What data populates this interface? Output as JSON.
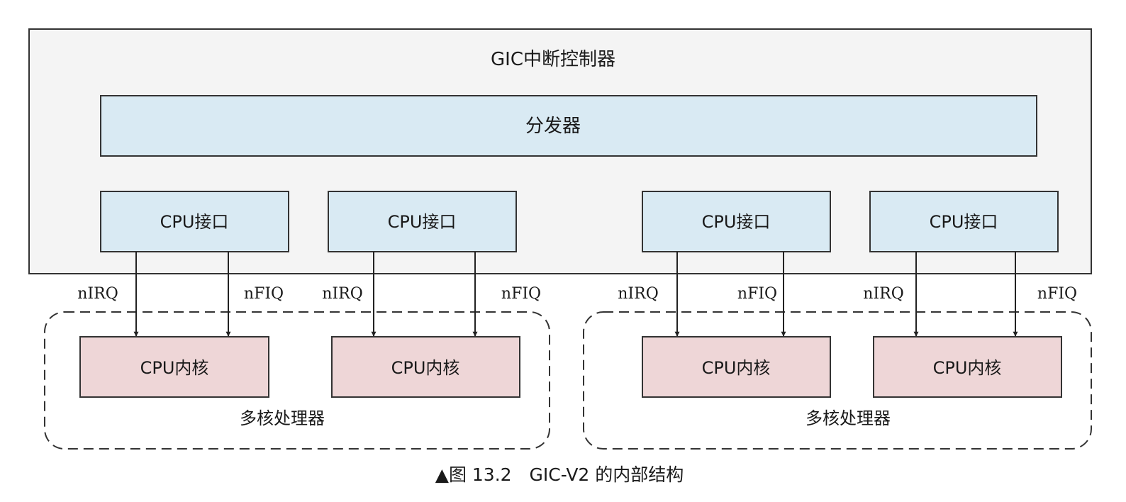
{
  "controller": {
    "title": "GIC中断控制器"
  },
  "distributor": {
    "label": "分发器"
  },
  "cpu_interfaces": [
    {
      "label": "CPU接口"
    },
    {
      "label": "CPU接口"
    },
    {
      "label": "CPU接口"
    },
    {
      "label": "CPU接口"
    }
  ],
  "signals": [
    {
      "irq": "nIRQ",
      "fiq": "nFIQ"
    },
    {
      "irq": "nIRQ",
      "fiq": "nFIQ"
    },
    {
      "irq": "nIRQ",
      "fiq": "nFIQ"
    },
    {
      "irq": "nIRQ",
      "fiq": "nFIQ"
    }
  ],
  "cores": [
    {
      "label": "CPU内核"
    },
    {
      "label": "CPU内核"
    },
    {
      "label": "CPU内核"
    },
    {
      "label": "CPU内核"
    }
  ],
  "processors": [
    {
      "label": "多核处理器"
    },
    {
      "label": "多核处理器"
    }
  ],
  "caption": "▲图 13.2　GIC-V2 的内部结构",
  "colors": {
    "controller_fill": "#f4f4f4",
    "interface_fill": "#d9eaf3",
    "core_fill": "#eed6d7",
    "stroke": "#333333"
  }
}
